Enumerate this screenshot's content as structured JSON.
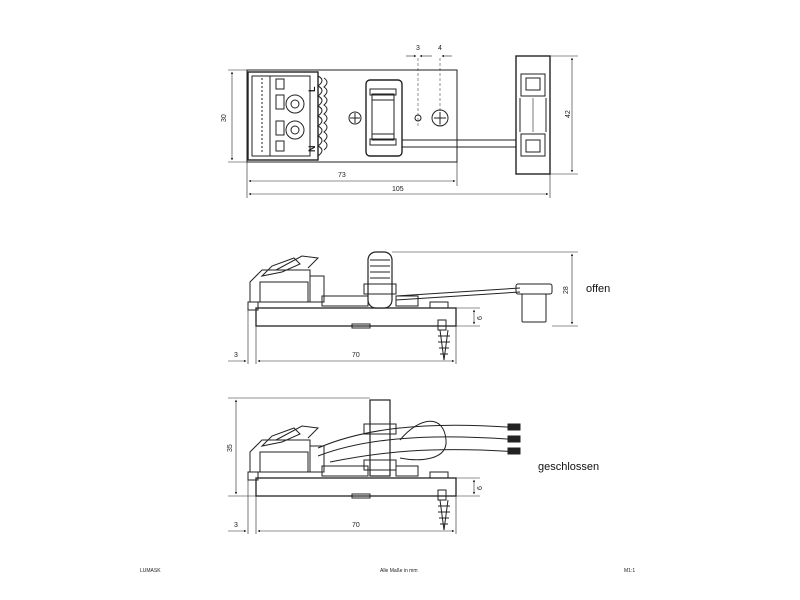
{
  "top_view": {
    "dim_3": "3",
    "dim_4": "4",
    "dim_30": "30",
    "dim_42": "42",
    "dim_73": "73",
    "dim_105": "105",
    "terminal_L": "L",
    "terminal_N": "N"
  },
  "open_view": {
    "dim_28": "28",
    "dim_6": "6",
    "dim_3": "3",
    "dim_70": "70",
    "state_label": "offen"
  },
  "closed_view": {
    "dim_35": "35",
    "dim_6": "6",
    "dim_3": "3",
    "dim_70": "70",
    "state_label": "geschlossen"
  },
  "footer": {
    "brand": "LUMASK",
    "units_note": "Alle Maße in mm",
    "scale": "M1:1"
  }
}
